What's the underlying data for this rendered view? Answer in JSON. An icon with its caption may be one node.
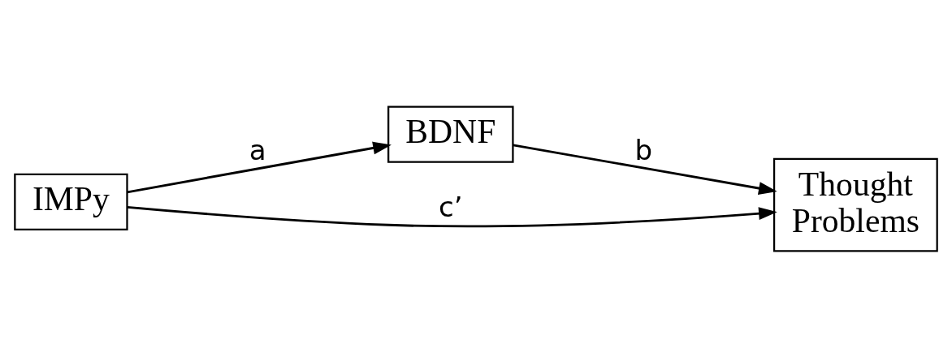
{
  "diagram": {
    "nodes": [
      {
        "text": [
          "BDNF"
        ]
      },
      {
        "text": [
          "IMPy"
        ]
      },
      {
        "text": [
          "Thought Problems"
        ]
      }
    ],
    "edges": [
      {
        "from": 1,
        "to": 0,
        "arrow": "to",
        "label": "a"
      },
      {
        "from": 0,
        "to": 2,
        "arrow": "to",
        "label": "b"
      },
      {
        "from": 1,
        "to": 2,
        "arrow": "to",
        "label": "c’"
      }
    ]
  }
}
